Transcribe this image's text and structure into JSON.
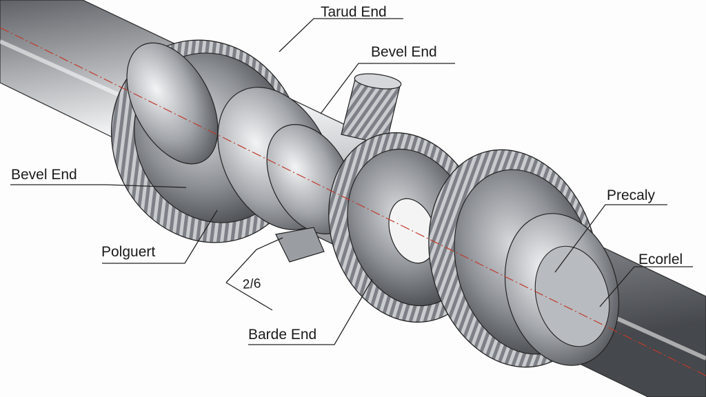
{
  "labels": {
    "tarud_end": "Tarud End",
    "bevel_end_top": "Bevel End",
    "bevel_end_left": "Bevel End",
    "polguert": "Polguert",
    "ratio": "2/6",
    "barde_end": "Barde End",
    "precaly": "Precaly",
    "ecorlel": "Ecorlel"
  },
  "colors": {
    "axis_line": "#c0392b",
    "leader_line": "#222222",
    "metal_dark": "#4a4d52",
    "metal_mid": "#8a8e94",
    "metal_light": "#e6e8ea"
  }
}
